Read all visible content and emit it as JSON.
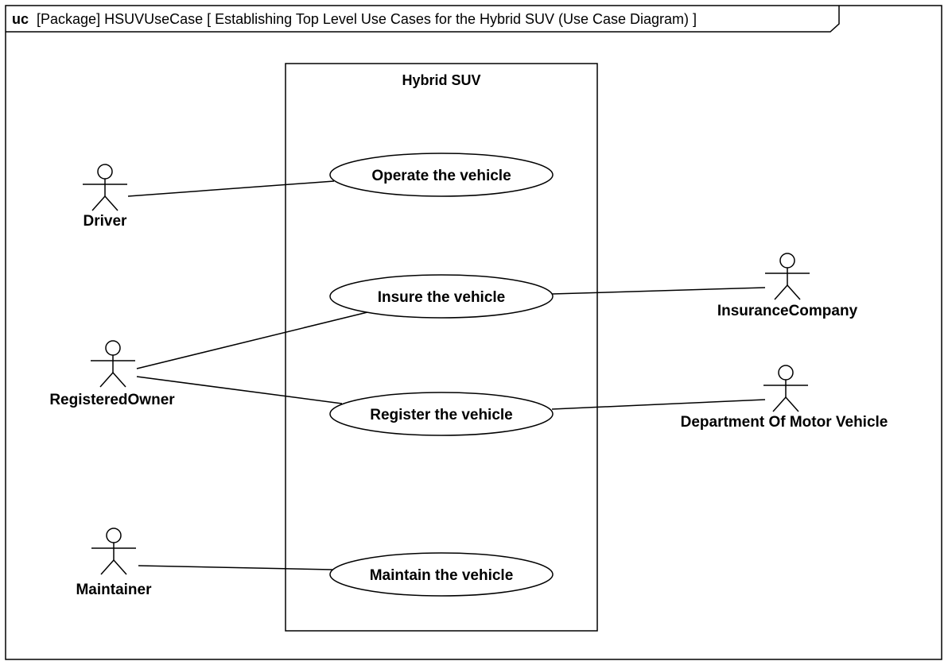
{
  "frame": {
    "keyword": "uc",
    "title": "[Package] HSUVUseCase [ Establishing Top Level Use Cases for the Hybrid SUV (Use Case Diagram) ]"
  },
  "system": {
    "name": "Hybrid SUV"
  },
  "use_cases": {
    "operate": "Operate the vehicle",
    "insure": "Insure the vehicle",
    "register": "Register the vehicle",
    "maintain": "Maintain the vehicle"
  },
  "actors": {
    "driver": "Driver",
    "registered_owner": "RegisteredOwner",
    "maintainer": "Maintainer",
    "insurance_company": "InsuranceCompany",
    "dmv": "Department Of Motor Vehicle"
  },
  "associations": [
    {
      "actor": "Driver",
      "use_case": "Operate the vehicle"
    },
    {
      "actor": "RegisteredOwner",
      "use_case": "Insure the vehicle"
    },
    {
      "actor": "RegisteredOwner",
      "use_case": "Register the vehicle"
    },
    {
      "actor": "Maintainer",
      "use_case": "Maintain the vehicle"
    },
    {
      "actor": "InsuranceCompany",
      "use_case": "Insure the vehicle"
    },
    {
      "actor": "Department Of Motor Vehicle",
      "use_case": "Register the vehicle"
    }
  ]
}
